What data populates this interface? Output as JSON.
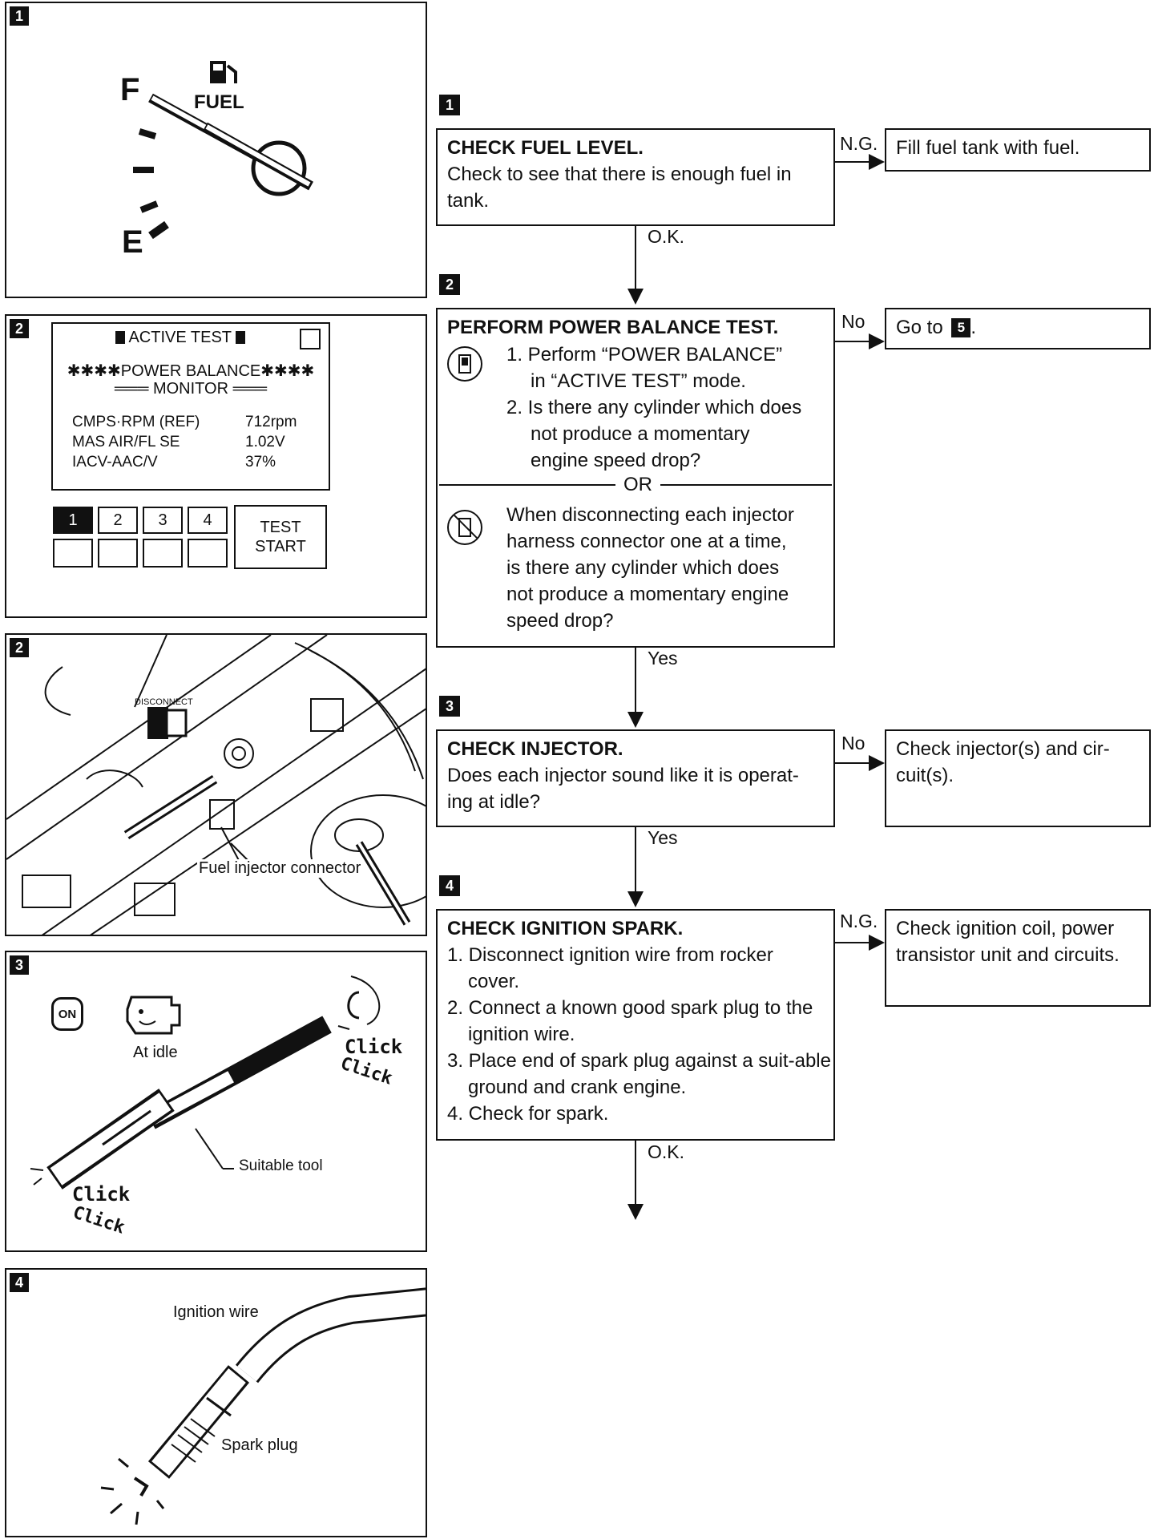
{
  "left_panels": {
    "p1": {
      "num": "1",
      "gauge_full": "F",
      "gauge_empty": "E",
      "fuel_label": "FUEL"
    },
    "p2a": {
      "num": "2",
      "title": "ACTIVE TEST",
      "heading": "✱✱✱✱POWER BALANCE✱✱✱✱",
      "monitor": "═══ MONITOR ═══",
      "rows": [
        {
          "label": "CMPS·RPM (REF)",
          "value": "712rpm"
        },
        {
          "label": "MAS AIR/FL SE",
          "value": "1.02V"
        },
        {
          "label": "IACV-AAC/V",
          "value": "37%"
        }
      ],
      "keys": [
        "1",
        "2",
        "3",
        "4"
      ],
      "test_start": [
        "TEST",
        "START"
      ]
    },
    "p2b": {
      "num": "2",
      "disconnect": "DISCONNECT",
      "connector": "Fuel injector connector"
    },
    "p3": {
      "num": "3",
      "key": "ON",
      "at_idle": "At idle",
      "click": "Click",
      "tool": "Suitable tool"
    },
    "p4": {
      "num": "4",
      "wire": "Ignition wire",
      "plug": "Spark plug"
    }
  },
  "flow": {
    "s1": {
      "num": "1",
      "title": "CHECK FUEL LEVEL.",
      "body": [
        "Check to see that there is enough fuel in",
        "tank."
      ],
      "ng_label": "N.G.",
      "ng_text": "Fill fuel tank with fuel.",
      "ok_label": "O.K."
    },
    "s2": {
      "num": "2",
      "title": "PERFORM POWER BALANCE TEST.",
      "items": [
        "1. Perform “POWER BALANCE”",
        "in “ACTIVE TEST” mode.",
        "2. Is there any cylinder which does",
        "not produce a momentary",
        "engine speed drop?"
      ],
      "or": "OR",
      "alt": [
        "When disconnecting each injector",
        "harness connector one at a time,",
        "is there any cylinder which does",
        "not produce a momentary engine",
        "speed drop?"
      ],
      "no_label": "No",
      "no_text": "Go to",
      "no_ref": "5",
      "yes_label": "Yes"
    },
    "s3": {
      "num": "3",
      "title": "CHECK INJECTOR.",
      "body": [
        "Does each injector sound like it is operat-",
        "ing at idle?"
      ],
      "no_label": "No",
      "no_text": [
        "Check injector(s) and cir-",
        "cuit(s)."
      ],
      "yes_label": "Yes"
    },
    "s4": {
      "num": "4",
      "title": "CHECK IGNITION SPARK.",
      "items": [
        "1. Disconnect ignition wire from rocker cover.",
        "2. Connect a known good spark plug to the ignition wire.",
        "3. Place end of spark plug against a suit-able ground and crank engine.",
        "4. Check for spark."
      ],
      "ng_label": "N.G.",
      "ng_text": [
        "Check ignition coil, power",
        "transistor unit and circuits."
      ],
      "ok_label": "O.K."
    }
  }
}
